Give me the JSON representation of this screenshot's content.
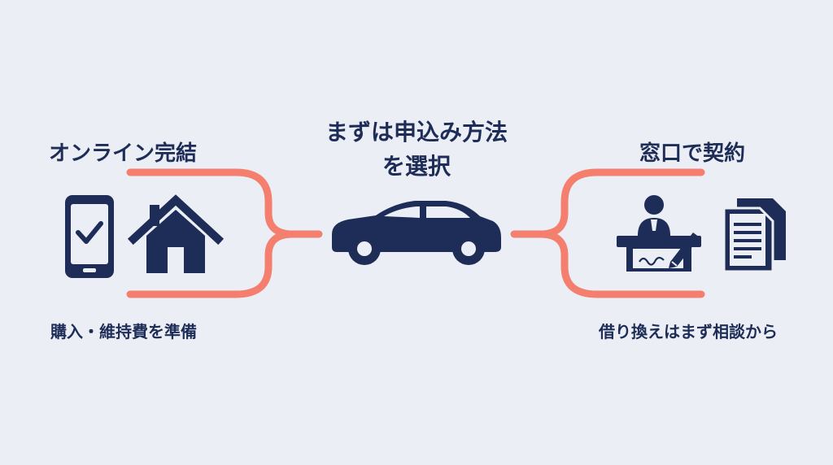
{
  "center": {
    "line1": "まずは申込み方法",
    "line2": "を選択"
  },
  "left": {
    "title": "オンライン完結",
    "caption": "購入・維持費を準備",
    "icons": [
      "smartphone-check-icon",
      "house-icon"
    ]
  },
  "right": {
    "title": "窓口で契約",
    "caption": "借り換えはまず相談から",
    "icons": [
      "clerk-desk-signing-icon",
      "documents-icon"
    ]
  },
  "center_icon": "car-icon",
  "colors": {
    "background": "#eceef5",
    "navy": "#1e2d57",
    "connector": "#f47f6e"
  }
}
